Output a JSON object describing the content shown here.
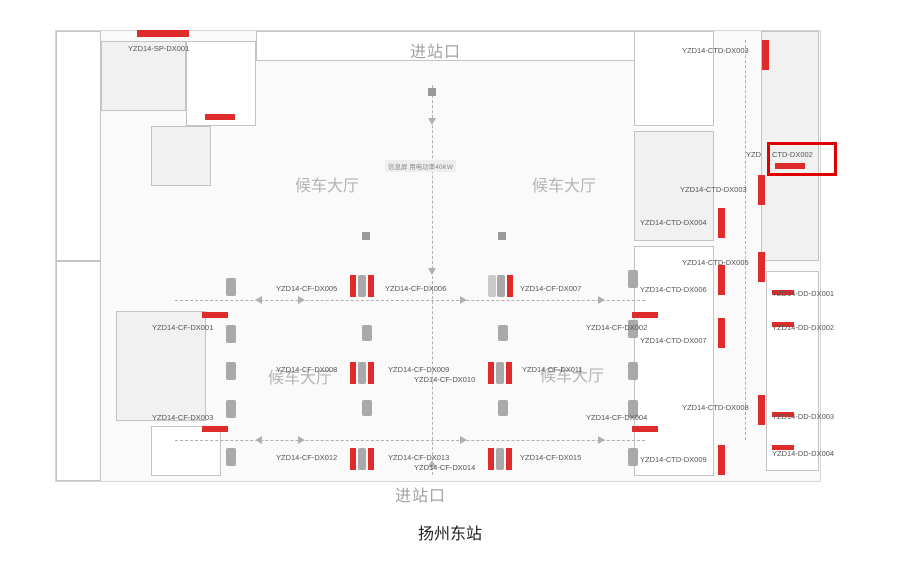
{
  "map": {
    "halls": [
      {
        "id": "tl",
        "text": "候车大厅"
      },
      {
        "id": "tr",
        "text": "候车大厅"
      },
      {
        "id": "ml",
        "text": "候车大厅"
      },
      {
        "id": "mr",
        "text": "候车大厅"
      }
    ],
    "entrance_top": "进站口",
    "entrance_bottom": "进站口",
    "power_note": "信息屏 用电功率40KW",
    "caption": "扬州东站",
    "highlight_label": "CTD-DX002",
    "labels": [
      {
        "id": "sp1",
        "text": "YZD14-SP-DX001"
      },
      {
        "id": "ctd3",
        "text": "YZD14-CTD-DX003"
      },
      {
        "id": "ctd2pre",
        "text": "YZD"
      },
      {
        "id": "ctd3b",
        "text": "YZD14-CTD-DX003"
      },
      {
        "id": "ctd4",
        "text": "YZD14-CTD-DX004"
      },
      {
        "id": "ctd5",
        "text": "YZD14-CTD-DX005"
      },
      {
        "id": "ctd6",
        "text": "YZD14-CTD-DX006"
      },
      {
        "id": "ctd7",
        "text": "YZD14-CTD-DX007"
      },
      {
        "id": "ctd8",
        "text": "YZD14-CTD-DX008"
      },
      {
        "id": "ctd9",
        "text": "YZD14-CTD-DX009"
      },
      {
        "id": "dd1",
        "text": "YZD14-DD-DX001"
      },
      {
        "id": "dd2",
        "text": "YZD14-DD-DX002"
      },
      {
        "id": "dd3",
        "text": "YZD14-DD-DX003"
      },
      {
        "id": "dd4",
        "text": "YZD14-DD-DX004"
      },
      {
        "id": "cf1",
        "text": "YZD14-CF-DX001"
      },
      {
        "id": "cf2",
        "text": "YZD14-CF-DX002"
      },
      {
        "id": "cf3",
        "text": "YZD14-CF-DX003"
      },
      {
        "id": "cf4",
        "text": "YZD14-CF-DX004"
      },
      {
        "id": "cf5",
        "text": "YZD14-CF-DX005"
      },
      {
        "id": "cf6",
        "text": "YZD14-CF-DX006"
      },
      {
        "id": "cf7",
        "text": "YZD14-CF-DX007"
      },
      {
        "id": "cf8",
        "text": "YZD14-CF-DX008"
      },
      {
        "id": "cf9",
        "text": "YZD14-CF-DX009"
      },
      {
        "id": "cf10",
        "text": "YZD14-CF-DX010"
      },
      {
        "id": "cf11",
        "text": "YZD14-CF-DX011"
      },
      {
        "id": "cf12",
        "text": "YZD14-CF-DX012"
      },
      {
        "id": "cf13",
        "text": "YZD14-CF-DX013"
      },
      {
        "id": "cf14",
        "text": "YZD14-CF-DX014"
      },
      {
        "id": "cf15",
        "text": "YZD14-CF-DX015"
      }
    ],
    "colors": {
      "marker": "#e02b2b",
      "highlight": "#e10000",
      "fixture": "#a9a9a9"
    }
  }
}
